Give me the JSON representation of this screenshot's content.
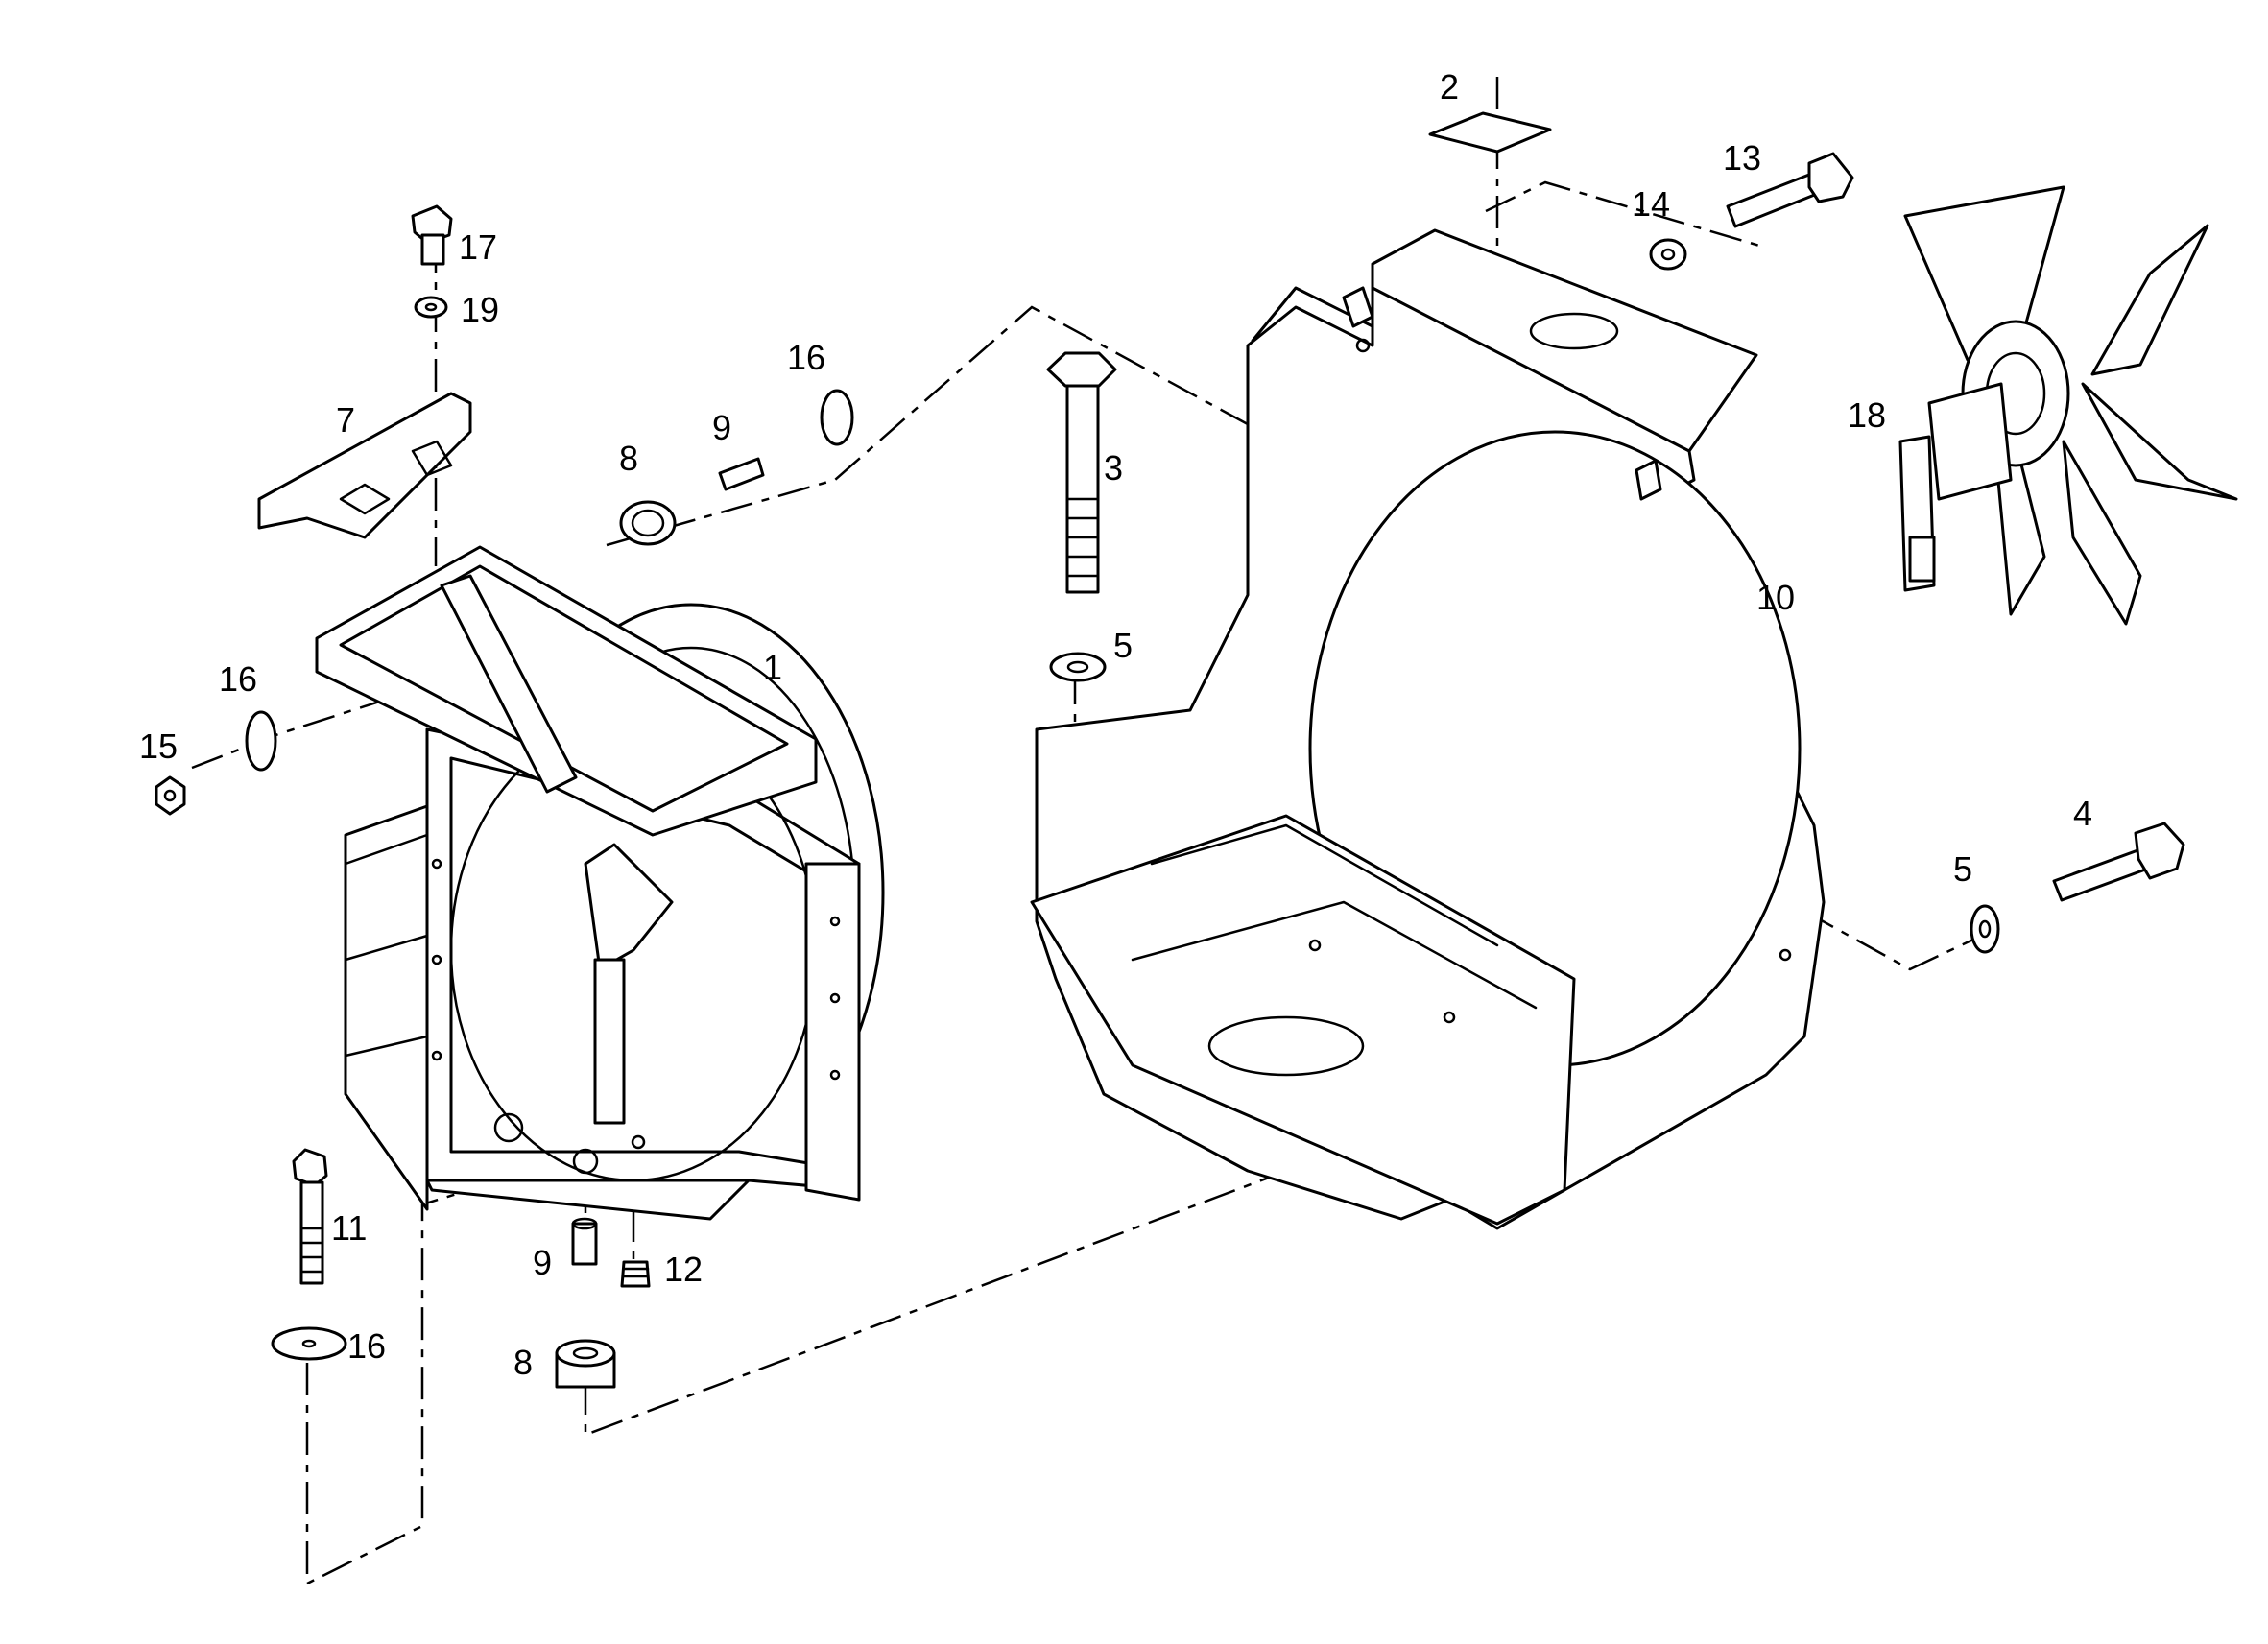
{
  "diagram": {
    "callouts": [
      {
        "id": "c1",
        "text": "1"
      },
      {
        "id": "c2",
        "text": "2"
      },
      {
        "id": "c3",
        "text": "3"
      },
      {
        "id": "c4",
        "text": "4"
      },
      {
        "id": "c5a",
        "text": "5"
      },
      {
        "id": "c5b",
        "text": "5"
      },
      {
        "id": "c7",
        "text": "7"
      },
      {
        "id": "c8a",
        "text": "8"
      },
      {
        "id": "c8b",
        "text": "8"
      },
      {
        "id": "c9a",
        "text": "9"
      },
      {
        "id": "c9b",
        "text": "9"
      },
      {
        "id": "c10",
        "text": "10"
      },
      {
        "id": "c11",
        "text": "11"
      },
      {
        "id": "c12",
        "text": "12"
      },
      {
        "id": "c13",
        "text": "13"
      },
      {
        "id": "c14",
        "text": "14"
      },
      {
        "id": "c15",
        "text": "15"
      },
      {
        "id": "c16a",
        "text": "16"
      },
      {
        "id": "c16b",
        "text": "16"
      },
      {
        "id": "c16c",
        "text": "16"
      },
      {
        "id": "c17",
        "text": "17"
      },
      {
        "id": "c18",
        "text": "18"
      },
      {
        "id": "c19",
        "text": "19"
      }
    ]
  }
}
